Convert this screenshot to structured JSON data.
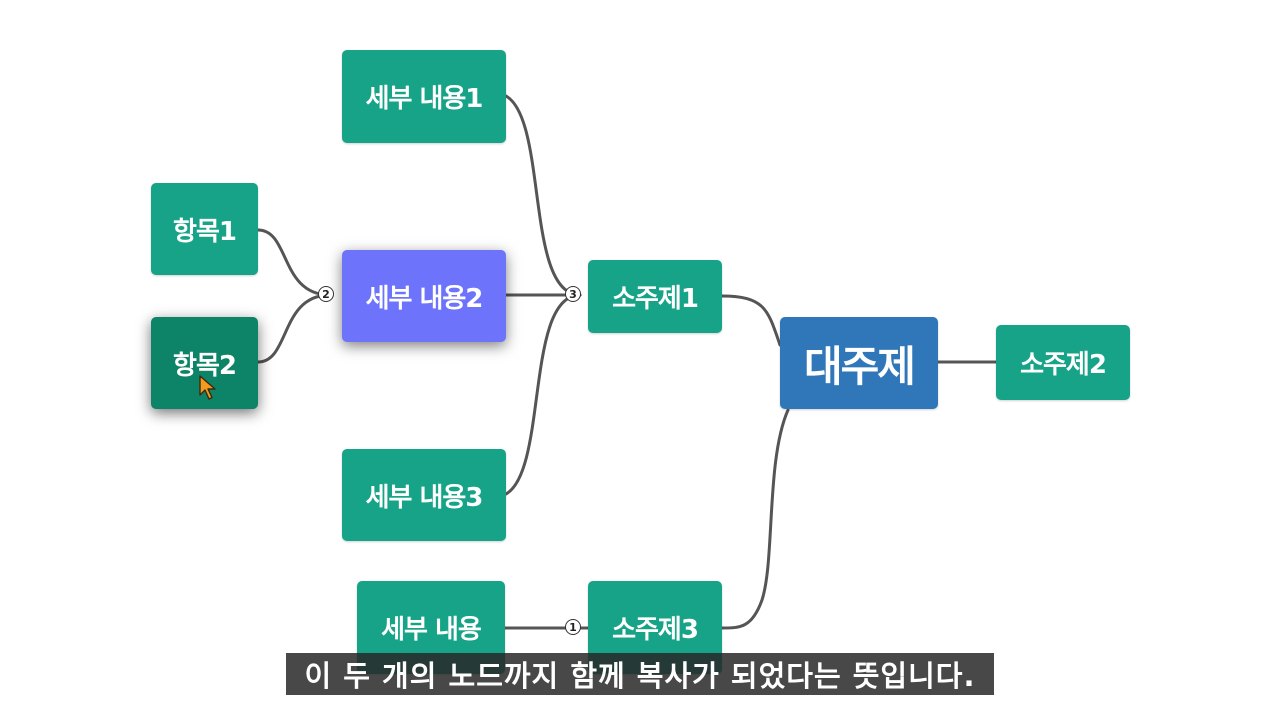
{
  "mindmap": {
    "central": "대주제",
    "subtopic1": "소주제1",
    "subtopic2": "소주제2",
    "subtopic3": "소주제3",
    "detail1": "세부 내용1",
    "detail2": "세부 내용2",
    "detail3": "세부 내용3",
    "detail_plain": "세부 내용",
    "item1": "항목1",
    "item2": "항목2",
    "badge_subtopic1": "3",
    "badge_detail2": "2",
    "badge_subtopic3": "1"
  },
  "colors": {
    "node_green": "#16a387",
    "node_selected_dark": "#0d8467",
    "node_selected_purple": "#6e73fb",
    "central_blue": "#2f77b8",
    "connector": "#555555",
    "cursor_orange": "#f29b1d"
  },
  "subtitle": "이 두 개의 노드까지 함께 복사가 되었다는 뜻입니다."
}
